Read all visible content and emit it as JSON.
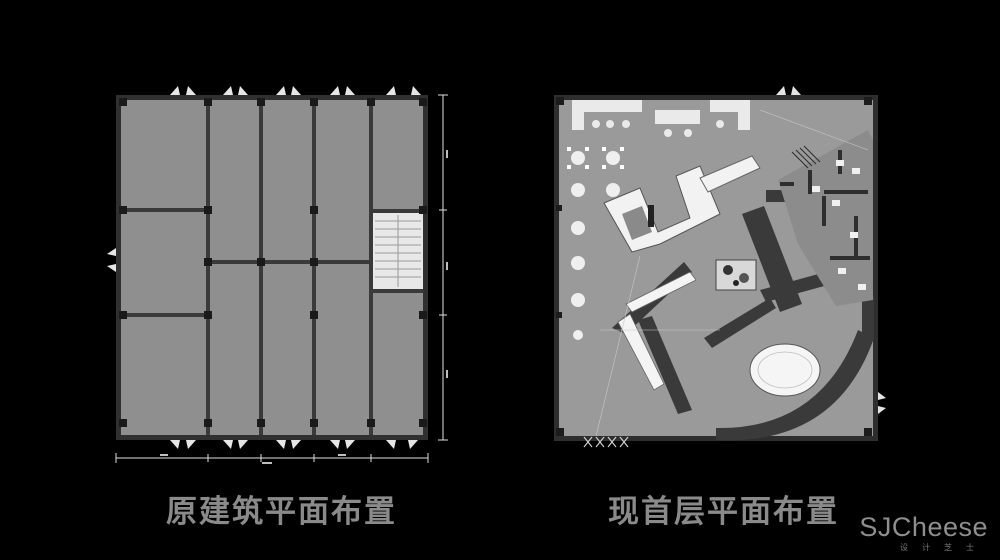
{
  "captions": {
    "original": "原建筑平面布置",
    "current": "现首层平面布置"
  },
  "watermark": {
    "name": "SJCheese",
    "sub": "设计芝士"
  },
  "colors": {
    "background": "#000000",
    "floor_fill": "#8f8f8f",
    "wall": "#3a3a3a",
    "caption": "#8a8a8a",
    "line": "#ffffff"
  }
}
